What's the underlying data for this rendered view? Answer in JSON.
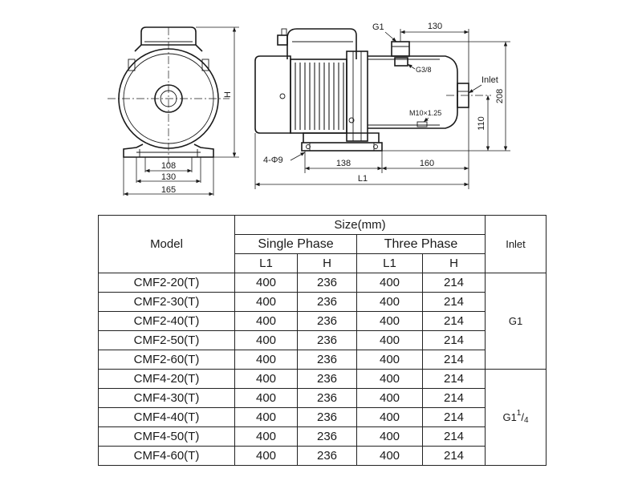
{
  "drawing": {
    "front_view": {
      "dimensions": {
        "base_inner": "108",
        "base_middle": "130",
        "base_outer": "165",
        "height": "H"
      }
    },
    "side_view": {
      "labels": {
        "outlet": "G1",
        "drain": "G3/8",
        "inlet": "Inlet",
        "bolt": "M10×1.25",
        "mount_holes": "4-Φ9"
      },
      "dimensions": {
        "top": "130",
        "overall_height": "208",
        "inlet_height": "110",
        "base_span": "138",
        "inlet_span": "160",
        "length": "L1"
      }
    }
  },
  "table": {
    "headers": {
      "model": "Model",
      "size": "Size(mm)",
      "single_phase": "Single Phase",
      "three_phase": "Three Phase",
      "inlet": "Inlet",
      "l1": "L1",
      "h": "H"
    },
    "rows": [
      {
        "model": "CMF2-20(T)",
        "sp_l1": "400",
        "sp_h": "236",
        "tp_l1": "400",
        "tp_h": "214"
      },
      {
        "model": "CMF2-30(T)",
        "sp_l1": "400",
        "sp_h": "236",
        "tp_l1": "400",
        "tp_h": "214"
      },
      {
        "model": "CMF2-40(T)",
        "sp_l1": "400",
        "sp_h": "236",
        "tp_l1": "400",
        "tp_h": "214"
      },
      {
        "model": "CMF2-50(T)",
        "sp_l1": "400",
        "sp_h": "236",
        "tp_l1": "400",
        "tp_h": "214"
      },
      {
        "model": "CMF2-60(T)",
        "sp_l1": "400",
        "sp_h": "236",
        "tp_l1": "400",
        "tp_h": "214"
      },
      {
        "model": "CMF4-20(T)",
        "sp_l1": "400",
        "sp_h": "236",
        "tp_l1": "400",
        "tp_h": "214"
      },
      {
        "model": "CMF4-30(T)",
        "sp_l1": "400",
        "sp_h": "236",
        "tp_l1": "400",
        "tp_h": "214"
      },
      {
        "model": "CMF4-40(T)",
        "sp_l1": "400",
        "sp_h": "236",
        "tp_l1": "400",
        "tp_h": "214"
      },
      {
        "model": "CMF4-50(T)",
        "sp_l1": "400",
        "sp_h": "236",
        "tp_l1": "400",
        "tp_h": "214"
      },
      {
        "model": "CMF4-60(T)",
        "sp_l1": "400",
        "sp_h": "236",
        "tp_l1": "400",
        "tp_h": "214"
      }
    ],
    "inlet_groups": [
      {
        "base": "G1",
        "sup": "",
        "slash": "",
        "sub": ""
      },
      {
        "base": "G1",
        "sup": "1",
        "slash": "/",
        "sub": "4"
      }
    ]
  }
}
